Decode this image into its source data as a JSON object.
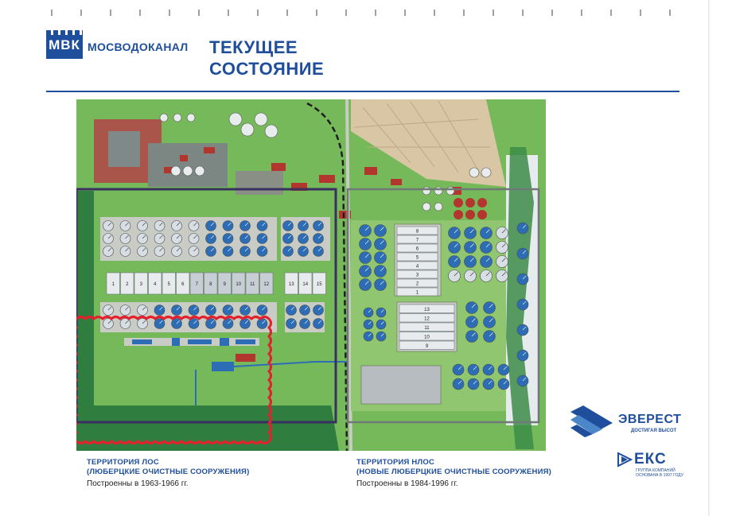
{
  "header": {
    "logo_mark": "МВК",
    "logo_text": "МОСВОДОКАНАЛ",
    "title_line1": "ТЕКУЩЕЕ",
    "title_line2": "СОСТОЯНИЕ"
  },
  "captions": {
    "los_title_1": "ТЕРРИТОРИЯ ЛОС",
    "los_title_2": "(ЛЮБЕРЦКИЕ ОЧИСТНЫЕ СООРУЖЕНИЯ)",
    "los_built": "Построенны в 1963-1966 гг.",
    "nlos_title_1": "ТЕРРИТОРИЯ НЛОС",
    "nlos_title_2": "(НОВЫЕ ЛЮБЕРЦКИЕ ОЧИСТНЫЕ СООРУЖЕНИЯ)",
    "nlos_built": "Построенны в 1984-1996 гг."
  },
  "plan": {
    "colors": {
      "grass": "#74b85a",
      "grass_dark": "#2f7d3f",
      "road": "#c9ccc4",
      "tank": "#d7dee4",
      "tank_blue": "#2d6db5",
      "roof": "#b3362e",
      "sand": "#d8c6a4",
      "frame_dark": "#38305e",
      "frame_gray": "#6f7a76",
      "highlight_red": "#e3202d"
    },
    "los_block_numbers": [
      "1",
      "2",
      "3",
      "4",
      "5",
      "6",
      "7",
      "8",
      "9",
      "10",
      "11",
      "12"
    ],
    "los_block_numbers_east": [
      "13",
      "14",
      "15"
    ],
    "nlos_block_numbers_top": [
      "8",
      "7",
      "6",
      "5",
      "4",
      "3",
      "2",
      "1"
    ],
    "nlos_block_numbers_mid": [
      "13",
      "12",
      "11",
      "10",
      "9"
    ]
  },
  "brands": {
    "everest_name": "ЭВЕРЕСТ",
    "everest_slogan": "ДОСТИГАЯ ВЫСОТ",
    "eks_name": "ЕКС",
    "eks_sub": "ГРУППА КОМПАНИЙ ОСНОВАНА В 1997 ГОДУ"
  }
}
